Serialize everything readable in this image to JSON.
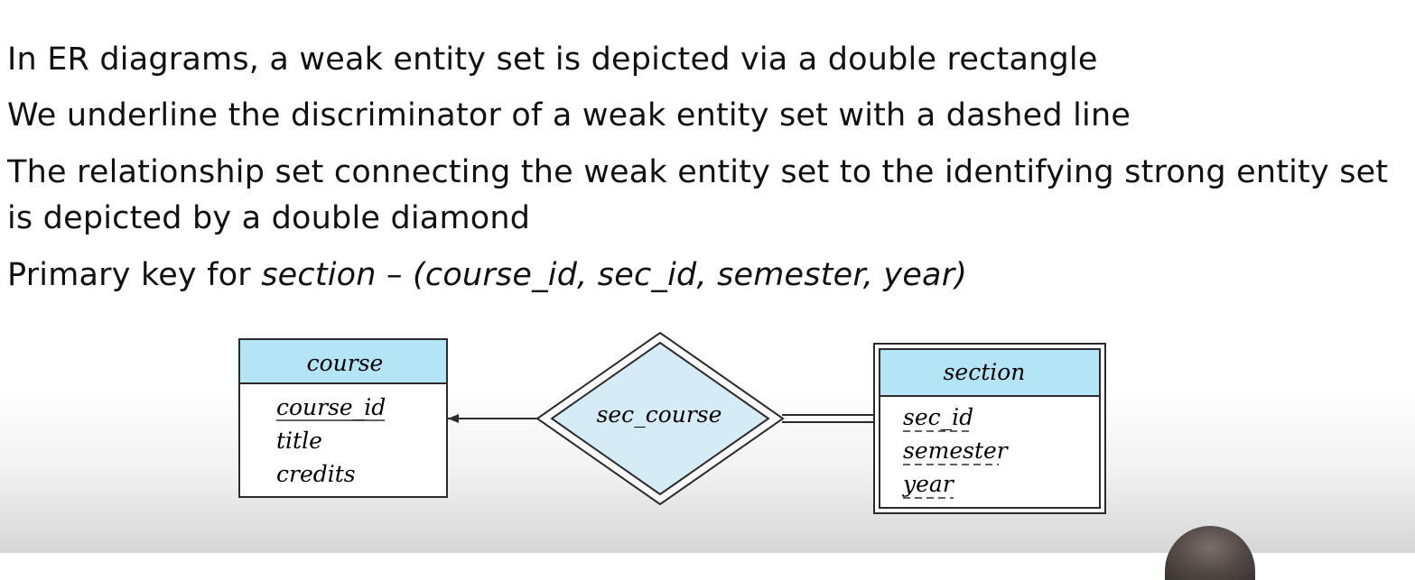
{
  "bullets": [
    {
      "text": "In ER diagrams, a weak entity set is depicted via a double rectangle"
    },
    {
      "text": "We underline the discriminator of a weak entity set with a dashed line"
    },
    {
      "text": "The relationship set connecting the weak entity set to the identifying strong entity set"
    },
    {
      "text": "is depicted by a double diamond"
    },
    {
      "prefix": "Primary key for ",
      "italic_term": "section",
      "dash": " – ",
      "italic_key": "(course_id, sec_id, semester, year)"
    }
  ],
  "diagram": {
    "strong_entity": {
      "name": "course",
      "attributes": [
        "course_id",
        "title",
        "credits"
      ]
    },
    "relationship": {
      "name": "sec_course"
    },
    "weak_entity": {
      "name": "section",
      "attributes": [
        "sec_id",
        "semester",
        "year"
      ]
    }
  },
  "colors": {
    "entity_header_fill": "#b3e5f7",
    "diamond_fill": "#d5ebf6",
    "stroke": "#2b2b2b"
  }
}
